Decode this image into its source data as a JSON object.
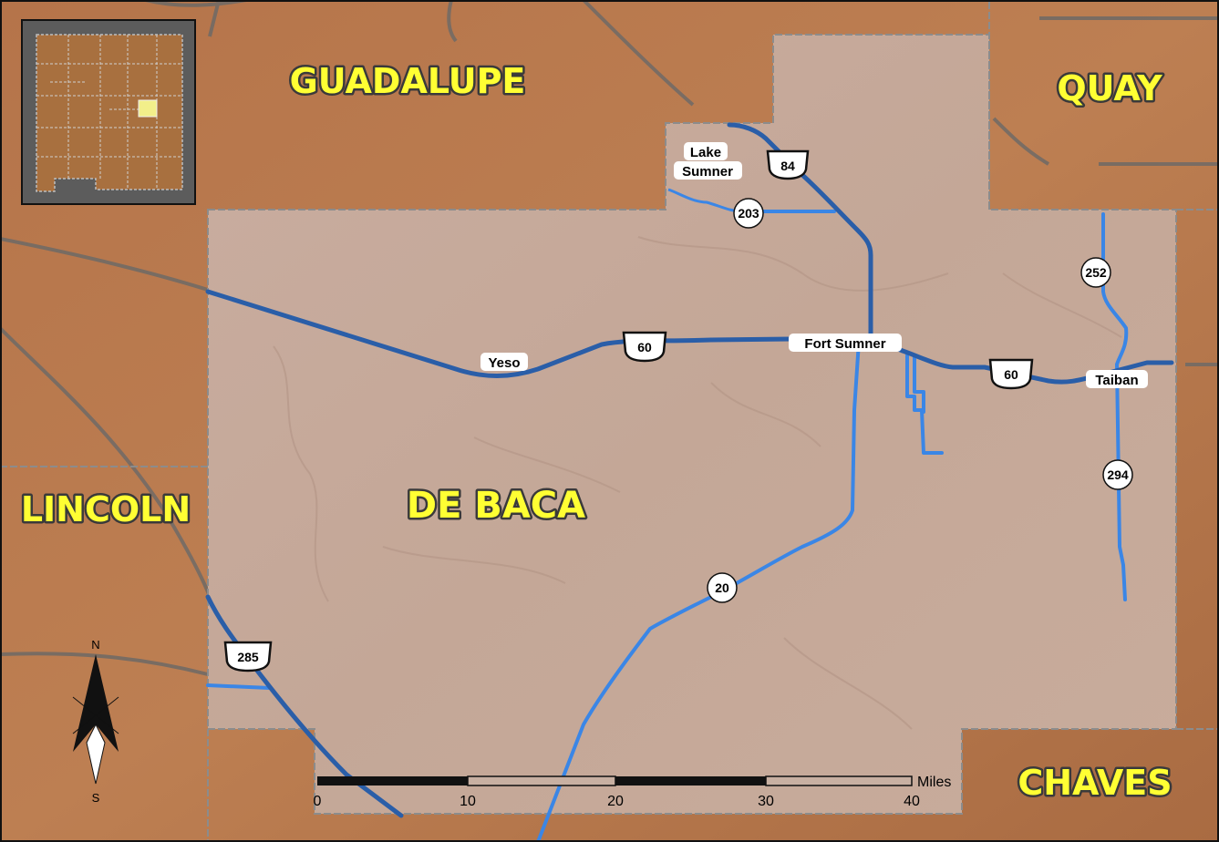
{
  "county_labels": {
    "guadalupe": "GUADALUPE",
    "quay": "QUAY",
    "lincoln": "LINCOLN",
    "de_baca": "DE BACA",
    "chaves": "CHAVES"
  },
  "places": {
    "lake_sumner_line1": "Lake",
    "lake_sumner_line2": "Sumner",
    "yeso": "Yeso",
    "fort_sumner": "Fort Sumner",
    "taiban": "Taiban"
  },
  "routes": {
    "us84": "84",
    "us60_west": "60",
    "us60_east": "60",
    "us285": "285",
    "nm203": "203",
    "nm252": "252",
    "nm294": "294",
    "nm20": "20"
  },
  "scale_bar": {
    "unit": "Miles",
    "ticks": [
      "0",
      "10",
      "20",
      "30",
      "40"
    ]
  },
  "compass": {
    "north": "N",
    "south": "S"
  },
  "colors": {
    "county_fill": "#b97a4c",
    "de_baca_fill": "#c7aa98",
    "us_highway": "#2a5ea8",
    "state_highway": "#3a86e6",
    "label_fill": "#ffff33",
    "inset_frame": "#5c5c5c",
    "inset_highlight": "#f2ef8a"
  }
}
